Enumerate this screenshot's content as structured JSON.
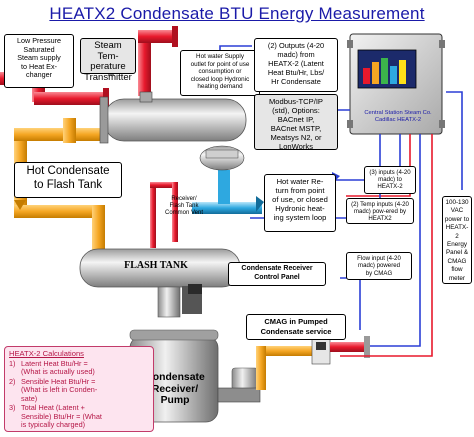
{
  "title": "HEATX2 Condensate BTU Energy Measurement",
  "labels": {
    "low_pressure": "Low Pressure\nSaturated\nSteam supply\nto Heat Ex-\nchanger",
    "steam_temp": "Steam Tem-\nperature\nTransmitter",
    "hot_water_supply": "Hot water Supply\noutlet for point of use\nconsumption or\nclosed loop Hydronic\nheating demand",
    "outputs": "(2) Outputs (4-20\nmadc) from\nHEATX-2 (Latent\nHeat Btu/Hr, Lbs/\nHr Condensate",
    "modbus": "Modbus-TCP/IP\n(std), Options:\nBACnet IP,\nBACnet MSTP,\nMeatsys N2, or\nLonWorks",
    "panel_label": "Central Station Steam Co.\nCadillac HEATX-2",
    "hot_condensate": "Hot Condensate\nto Flash Tank",
    "receiver_vent": "Receiver/\nFlash Tank\nCommon Vent",
    "hot_water_return": "Hot water Re-\nturn from point\nof use, or closed\nHydronic heat-\ning system loop",
    "inputs_3": "(3) inputs (4-20\nmadc) to\nHEATX-2",
    "temp_inputs": "(2) Temp inputs (4-20\nmadc) pow-ered by\nHEATX2",
    "power_120": "100-130\nVAC\npower to\nHEATX-2\nEnergy\nPanel &\nCMAG\nflow\nmeter",
    "flash_tank": "FLASH TANK",
    "receiver_panel": "Condensate Receiver\nControl Panel",
    "flow_input": "Flow input (4-20\nmadc) powered\nby CMAG",
    "cmag": "CMAG in Pumped\nCondensate service",
    "receiver_pump": "Condensate\nReceiver/\nPump"
  },
  "calculations": {
    "heading": "HEATX-2 Calculations",
    "items": [
      {
        "num": "1)",
        "text": "Latent Heat Btu/Hr =\n(What is actually used)"
      },
      {
        "num": "2)",
        "text": "Sensible Heat Btu/Hr =\n(What is left in Conden-\nsate)"
      },
      {
        "num": "3)",
        "text": "Total Heat (Latent +\nSensible) Btu/Hr = (What\nis typically charged)"
      }
    ]
  },
  "colors": {
    "title": "#1a1aa8",
    "steam_pipe": "#e8192c",
    "condensate_pipe": "#f5a623",
    "water_pipe": "#2ea8e0",
    "signal_blue": "#2b3fd6",
    "signal_red": "#e8192c",
    "tank_gray": "#c9c9c9",
    "calc_bg": "#fde4ef",
    "calc_text": "#b51747"
  }
}
